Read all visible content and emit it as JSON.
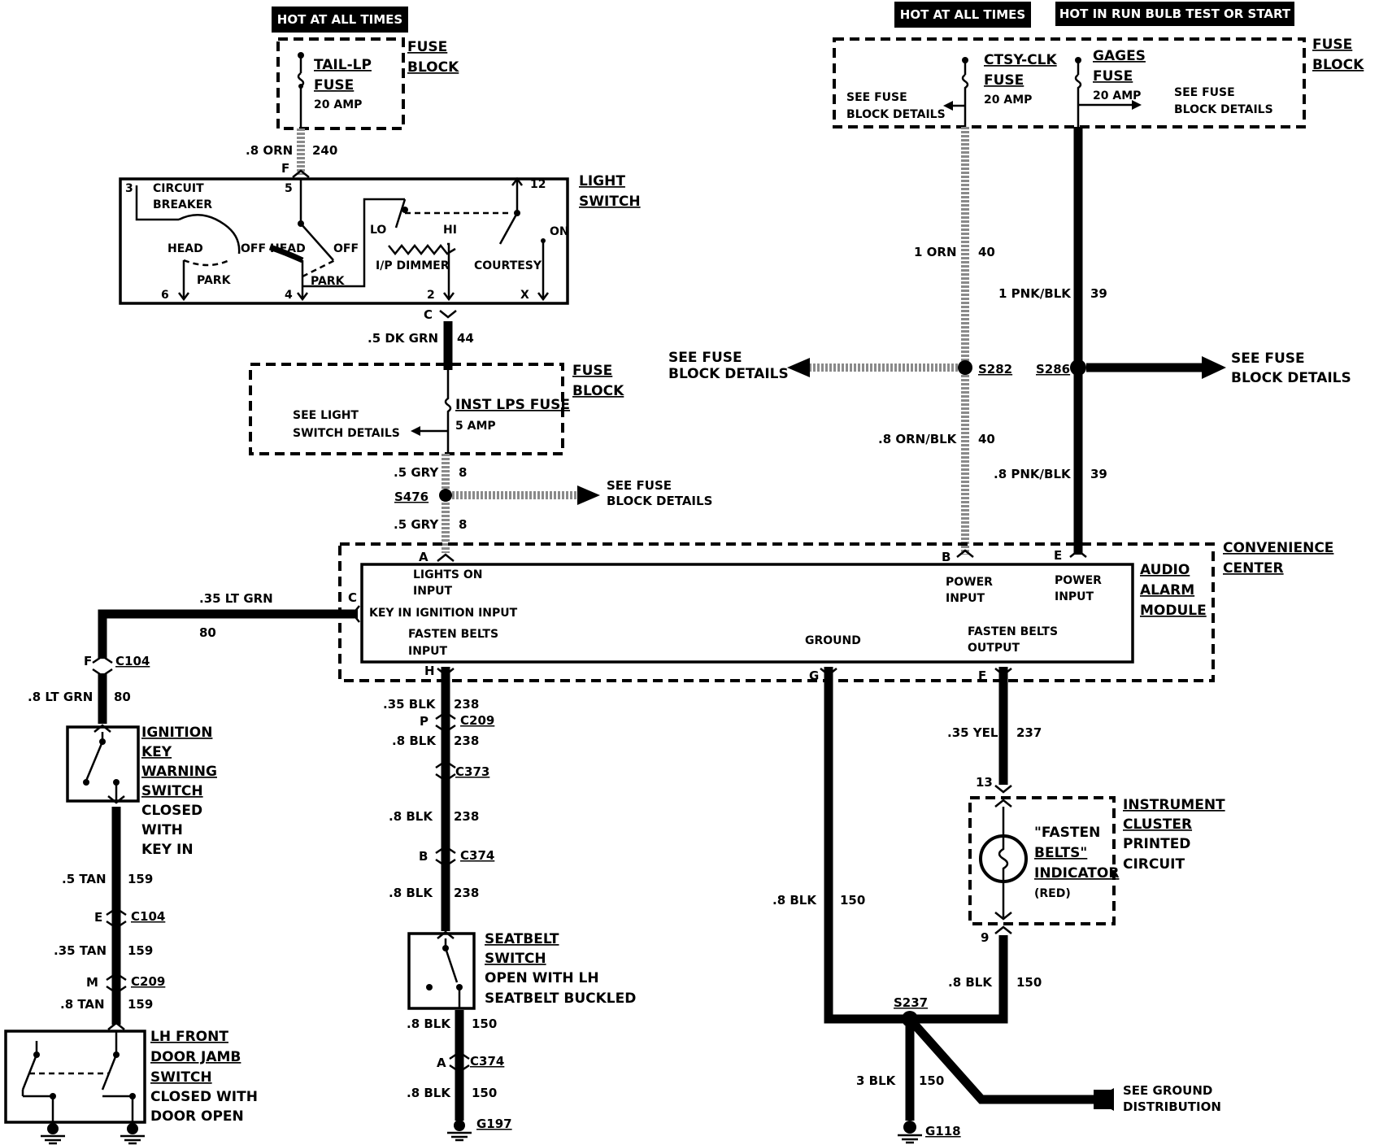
{
  "headers": {
    "hot_always_left": "HOT AT ALL TIMES",
    "hot_always_right": "HOT AT ALL TIMES",
    "hot_run": "HOT IN RUN BULB TEST OR START"
  },
  "fuse_block_tl": {
    "title1": "FUSE",
    "title2": "BLOCK",
    "fuse1": "TAIL-LP",
    "fuse2": "FUSE",
    "amp": "20 AMP"
  },
  "fuse_block_tr": {
    "title1": "FUSE",
    "title2": "BLOCK",
    "ctsy1": "CTSY-CLK",
    "ctsy2": "FUSE",
    "ctsy_amp": "20 AMP",
    "gages1": "GAGES",
    "gages2": "FUSE",
    "gages_amp": "20 AMP",
    "see_l1": "SEE FUSE",
    "see_l2": "BLOCK DETAILS",
    "see_r1": "SEE FUSE",
    "see_r2": "BLOCK DETAILS"
  },
  "light_switch": {
    "title1": "LIGHT",
    "title2": "SWITCH",
    "cb1": "CIRCUIT",
    "cb2": "BREAKER",
    "head1": "HEAD",
    "off1": "OFF",
    "park1": "PARK",
    "head2": "HEAD",
    "off2": "OFF",
    "park2": "PARK",
    "lo": "LO",
    "hi": "HI",
    "dimmer": "I/P DIMMER",
    "courtesy": "COURTESY",
    "on": "ON",
    "p3": "3",
    "p5": "5",
    "p12": "12",
    "p6": "6",
    "p4": "4",
    "p2": "2",
    "px": "X"
  },
  "fuse_block_mid": {
    "title1": "FUSE",
    "title2": "BLOCK",
    "fuse": "INST LPS FUSE",
    "amp": "5 AMP",
    "see1": "SEE LIGHT",
    "see2": "SWITCH DETAILS"
  },
  "wires": {
    "w240": ".8 ORN",
    "n240": "240",
    "f": "F",
    "c": "C",
    "w44": ".5 DK GRN",
    "n44": "44",
    "w8a": ".5 GRY",
    "n8a": "8",
    "s476": "S476",
    "w8b": ".5 GRY",
    "n8b": "8",
    "see476_1": "SEE FUSE",
    "see476_2": "BLOCK DETAILS",
    "w40a": "1 ORN",
    "n40a": "40",
    "w39a": "1 PNK/BLK",
    "n39a": "39",
    "s282": "S282",
    "s286": "S286",
    "see282_1": "SEE FUSE",
    "see282_2": "BLOCK DETAILS",
    "see286_1": "SEE FUSE",
    "see286_2": "BLOCK DETAILS",
    "w40b": ".8 ORN/BLK",
    "n40b": "40",
    "w39b": ".8 PNK/BLK",
    "n39b": "39",
    "w80a": ".35 LT GRN",
    "n80a": "80",
    "w80b": ".8 LT GRN",
    "n80b": "80",
    "c104a": "C104",
    "fpin": "F",
    "w159a": ".5 TAN",
    "n159a": "159",
    "e": "E",
    "c104b": "C104",
    "w159b": ".35 TAN",
    "n159b": "159",
    "m": "M",
    "c209a": "C209",
    "w159c": ".8 TAN",
    "n159c": "159",
    "w238a": ".35 BLK",
    "n238a": "238",
    "p": "P",
    "c209b": "C209",
    "w238b": ".8 BLK",
    "n238b": "238",
    "c373": "C373",
    "w238c": ".8 BLK",
    "n238c": "238",
    "b": "B",
    "c374a": "C374",
    "w238d": ".8 BLK",
    "n238d": "238",
    "w150a": ".8 BLK",
    "n150a": "150",
    "a": "A",
    "c374b": "C374",
    "w150b": ".8 BLK",
    "n150b": "150",
    "g197": "G197",
    "w237": ".35 YEL",
    "n237": "237",
    "p13": "13",
    "p9": "9",
    "w150c": ".8 BLK",
    "n150c": "150",
    "w150d": ".8 BLK",
    "n150d": "150",
    "s237": "S237",
    "w150e": "3 BLK",
    "n150e": "150",
    "g118": "G118",
    "see_gnd1": "SEE GROUND",
    "see_gnd2": "DISTRIBUTION"
  },
  "module": {
    "cc1": "CONVENIENCE",
    "cc2": "CENTER",
    "am1": "AUDIO",
    "am2": "ALARM",
    "am3": "MODULE",
    "pa": "A",
    "pb": "B",
    "pe": "E",
    "pc": "C",
    "ph": "H",
    "pg": "G",
    "pf": "F",
    "lights1": "LIGHTS ON",
    "lights2": "INPUT",
    "key": "KEY IN IGNITION INPUT",
    "fasten1": "FASTEN BELTS",
    "fasten2": "INPUT",
    "pwr_b1": "POWER",
    "pwr_b2": "INPUT",
    "pwr_e1": "POWER",
    "pwr_e2": "INPUT",
    "ground": "GROUND",
    "out1": "FASTEN BELTS",
    "out2": "OUTPUT"
  },
  "ignition_switch": {
    "t1": "IGNITION",
    "t2": "KEY",
    "t3": "WARNING",
    "t4": "SWITCH",
    "t5": "CLOSED",
    "t6": "WITH",
    "t7": "KEY IN"
  },
  "door_switch": {
    "t1": "LH FRONT",
    "t2": "DOOR JAMB",
    "t3": "SWITCH",
    "t4": "CLOSED WITH",
    "t5": "DOOR OPEN"
  },
  "seatbelt_switch": {
    "t1": "SEATBELT",
    "t2": "SWITCH",
    "t3": "OPEN WITH LH",
    "t4": "SEATBELT BUCKLED"
  },
  "cluster": {
    "t1": "INSTRUMENT",
    "t2": "CLUSTER",
    "t3": "PRINTED",
    "t4": "CIRCUIT",
    "i1": "\"FASTEN",
    "i2": "BELTS\"",
    "i3": "INDICATOR",
    "i4": "(RED)"
  }
}
